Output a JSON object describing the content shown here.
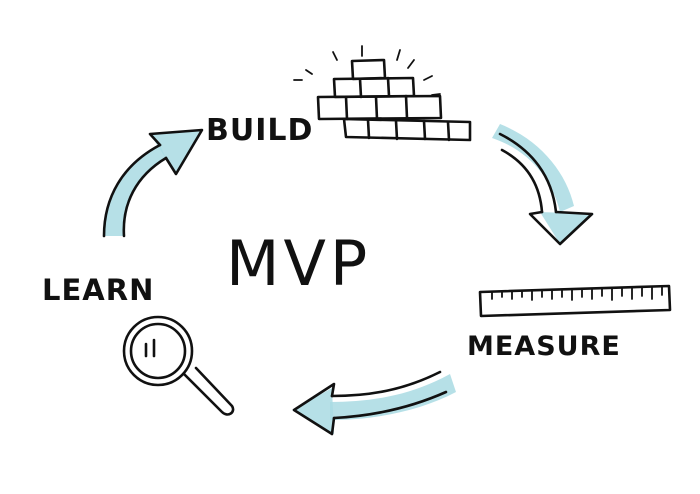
{
  "diagram": {
    "center_label": "MVP",
    "stages": {
      "build": "BUILD",
      "measure": "MEASURE",
      "learn": "LEARN"
    }
  },
  "colors": {
    "ink": "#111111",
    "arrow_fill": "#a9dbe3",
    "background": "#ffffff"
  },
  "icons": {
    "build": "brick-wall-icon",
    "measure": "ruler-icon",
    "learn": "magnifying-glass-icon"
  }
}
